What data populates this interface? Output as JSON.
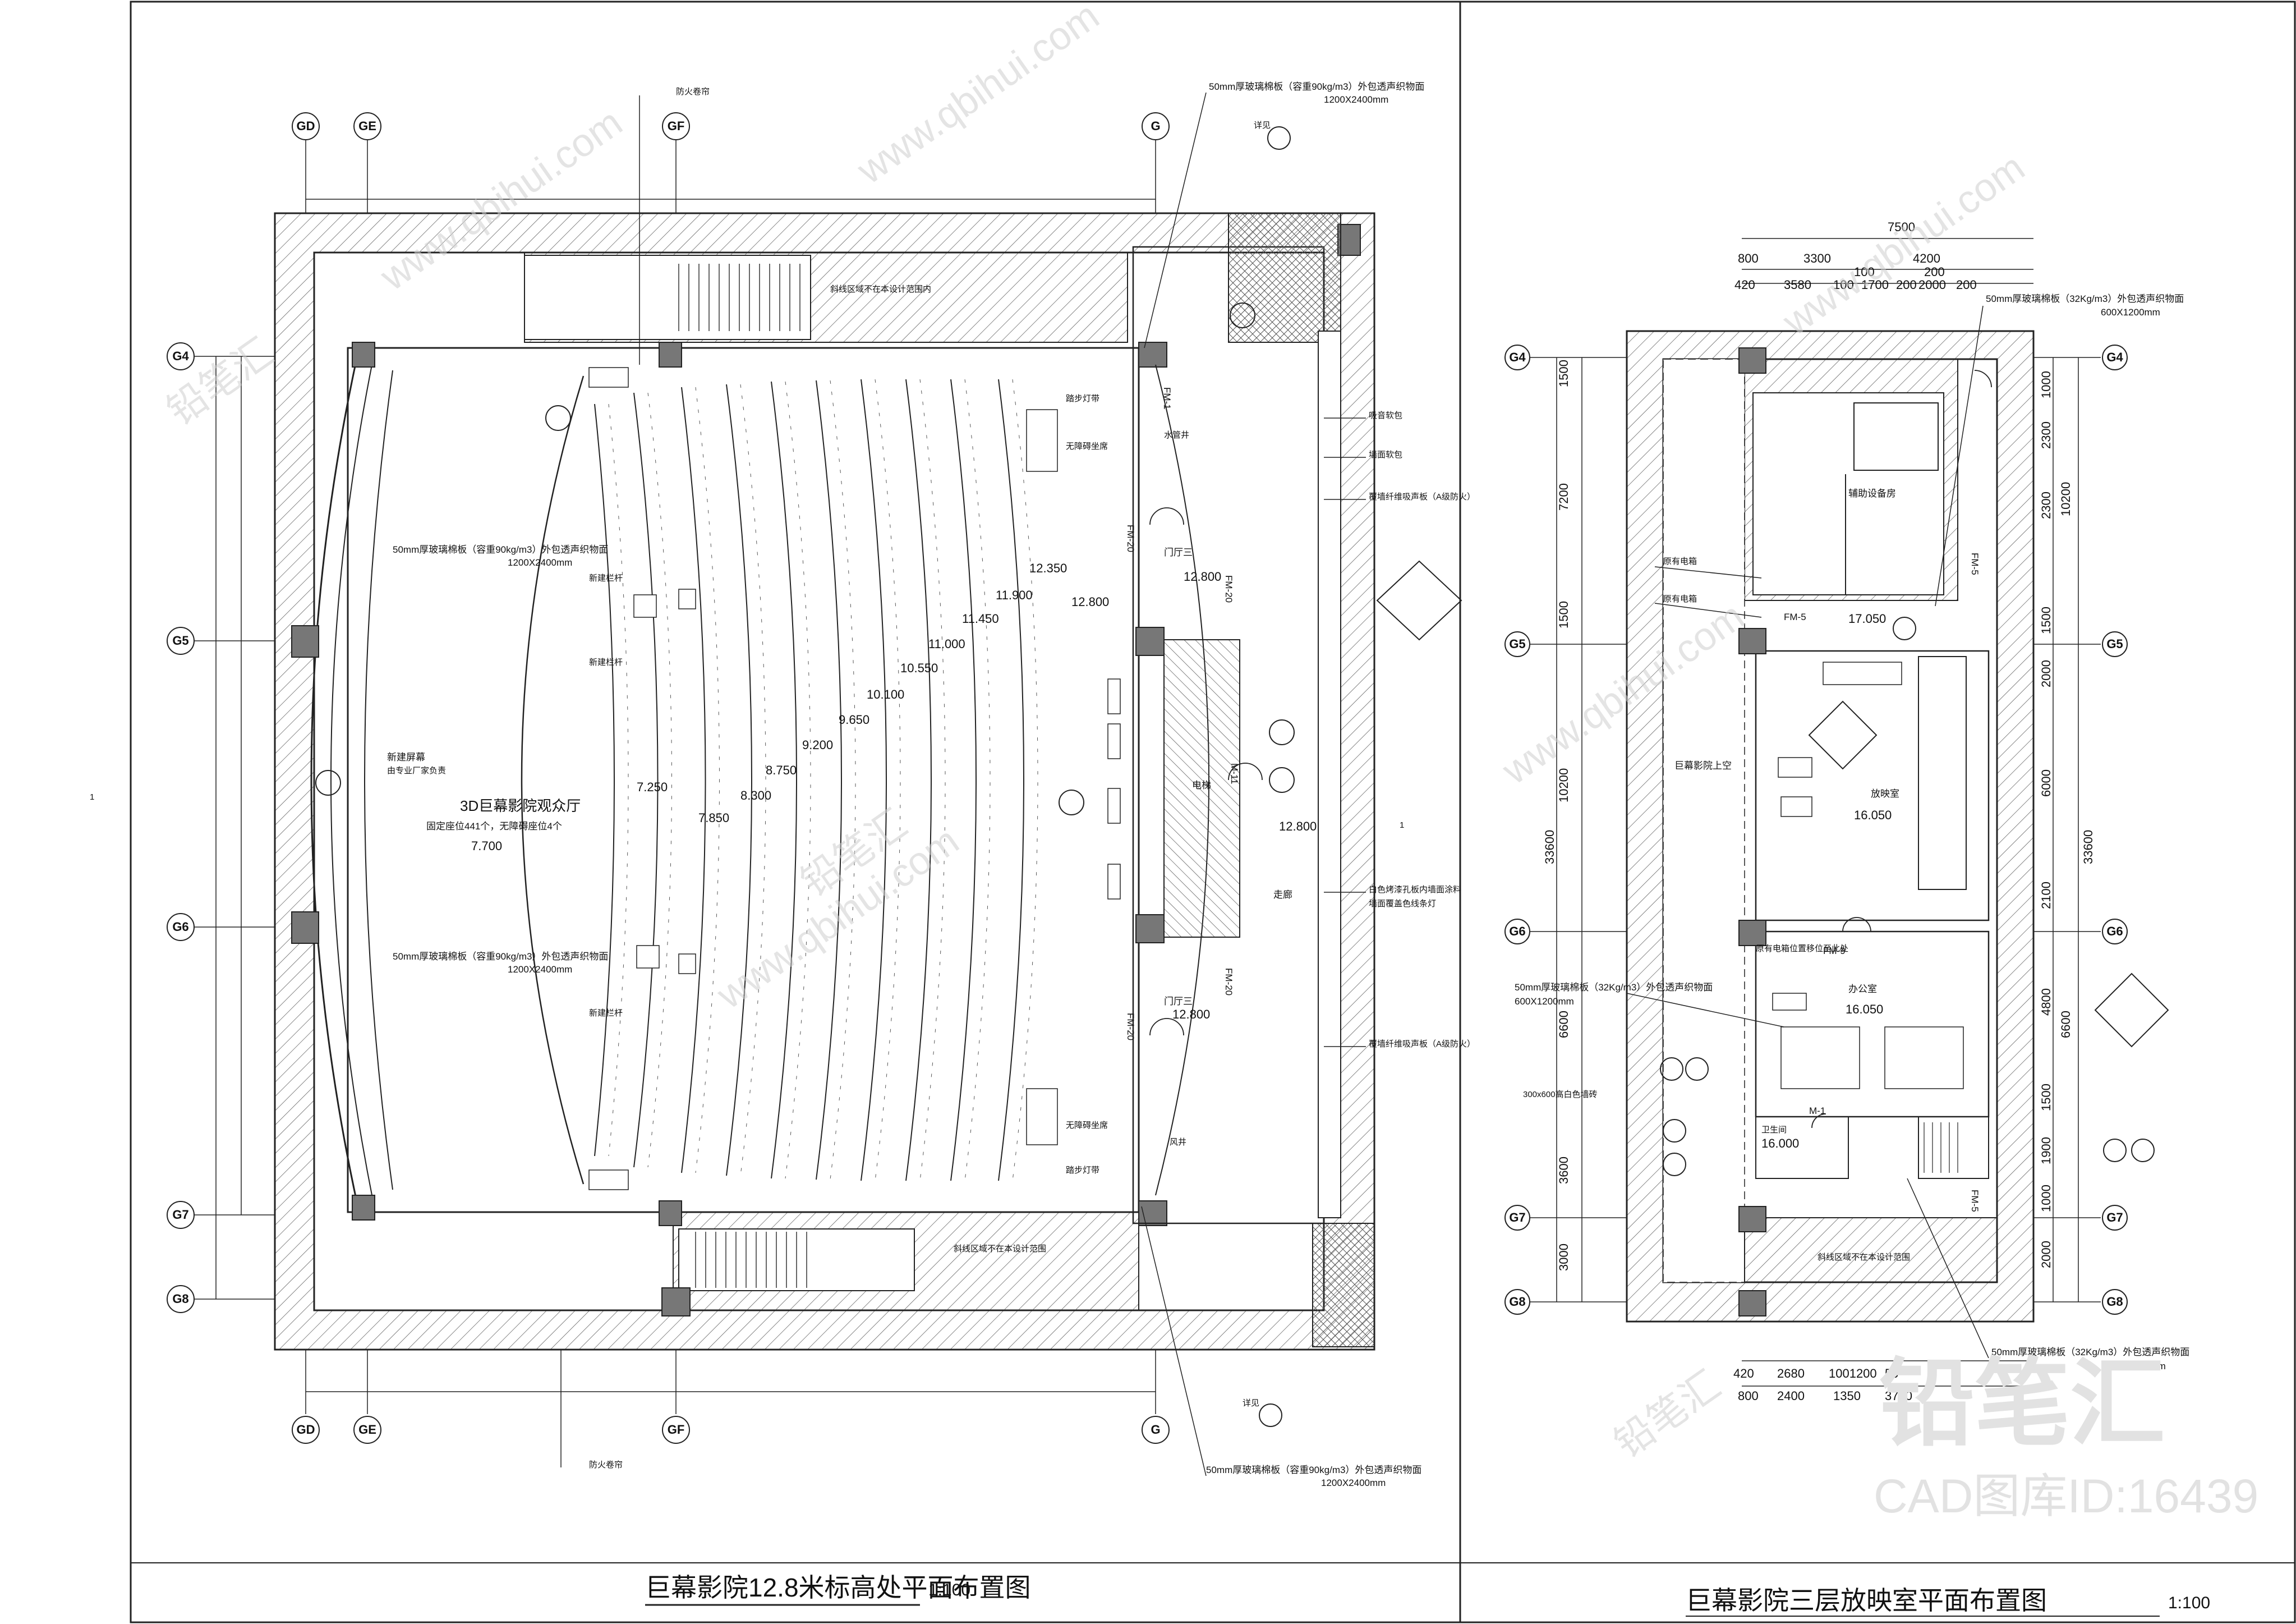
{
  "titles": {
    "left": "巨幕影院12.8米标高处平面布置图",
    "left_scale": "1:100",
    "right": "巨幕影院三层放映室平面布置图",
    "right_scale": "1:100"
  },
  "grid_left": {
    "top": [
      "GD",
      "GE",
      "GF",
      "G"
    ],
    "side": [
      "G4",
      "G5",
      "G6",
      "G7",
      "G8"
    ]
  },
  "grid_right": {
    "side": [
      "G4",
      "G5",
      "G6",
      "G7",
      "G8"
    ]
  },
  "left_plan": {
    "hall_name": "3D巨幕影院观众厅",
    "hall_seats": "固定座位441个，无障碍座位4个",
    "hall_elev": "7.700",
    "screen_label": "新建屏幕",
    "screen_note": "由专业厂家负责",
    "panel_note": "50mm厚玻璃棉板（容重90kg/m3）外包透声织物面",
    "panel_size": "1200X2400mm",
    "top_band": "斜线区域不在本设计范围内",
    "bottom_band": "斜线区域不在本设计范围",
    "railing": "新建栏杆",
    "accessible": "无障碍坐席",
    "aisle_light": "踏步灯带",
    "soft_pack": "吸音软包",
    "wall_soft": "墙面软包",
    "fire_wall": "覆墙纤维吸声板（A级防火）",
    "decor_wall": "白色烤漆孔板内墙面涂料",
    "decor_wall2": "墙面覆盖色线条灯",
    "curtain": "防火卷帘",
    "water_well": "水管井",
    "door_hall": "门厅三",
    "corridor": "走廊",
    "elevator": "电梯",
    "wind_well": "风井",
    "detail_ref": "详见",
    "doors": [
      "FM-1",
      "FM-20",
      "FM-20",
      "FM-20",
      "FM-20",
      "M-11"
    ],
    "elevations": [
      "12.350",
      "12.800",
      "11.900",
      "11.450",
      "11.000",
      "10.550",
      "10.100",
      "9.650",
      "9.200",
      "8.750",
      "8.300",
      "7.850",
      "7.250",
      "12.800",
      "12.800",
      "12.800"
    ]
  },
  "right_plan": {
    "top_dims_1": [
      "800",
      "3300",
      "4200"
    ],
    "top_dims_total": "7500",
    "top_dims_2": [
      "420",
      "3580",
      "100",
      "1700",
      "200",
      "2000",
      "200"
    ],
    "top_dims_3": [
      "100",
      "200"
    ],
    "bottom_dims_1": [
      "420",
      "2680",
      "1001200",
      "50"
    ],
    "bottom_dims_2": [
      "800",
      "2400",
      "1350",
      "3750"
    ],
    "left_dims": [
      "1500",
      "7200",
      "1500",
      "10200",
      "6600",
      "3600",
      "3000"
    ],
    "left_total": "33600",
    "right_dims": [
      "1000",
      "2300",
      "2300",
      "1500",
      "2000",
      "6000",
      "2100",
      "4800",
      "1500",
      "1900",
      "1000",
      "2000"
    ],
    "right_total_a": "10200",
    "right_total_b": "33600",
    "right_total_c": "6600",
    "rooms": {
      "aux": "辅助设备房",
      "projection": "放映室",
      "projection_elev": "16.050",
      "office": "办公室",
      "office_elev": "16.050",
      "toilet": "卫生间",
      "toilet_elev": "16.000",
      "void": "巨幕影院上空",
      "lobby_elev": "17.050",
      "hatch": "斜线区域不在本设计范围"
    },
    "notes": {
      "top_panel": "50mm厚玻璃棉板（32Kg/m3）外包透声织物面",
      "top_size": "600X1200mm",
      "side_panel": "50mm厚玻璃棉板（32Kg/m3）外包透声织物面",
      "side_size": "600X1200mm",
      "bottom_panel": "50mm厚玻璃棉板（32Kg/m3）外包透声织物面",
      "bottom_size": "600X1200mm",
      "tile": "300x600高白色墙砖",
      "electric": "原有电箱",
      "electric2": "原有电箱",
      "ceiling": "原有电箱位置移位至此处"
    },
    "doors": [
      "FM-5",
      "FM-9",
      "M-1",
      "FM-5",
      "FM-5"
    ]
  },
  "watermark": {
    "site": "www.qbihui.com",
    "brand": "铅笔汇",
    "logo": "铅笔汇",
    "id_text": "CAD图库ID:16439"
  }
}
